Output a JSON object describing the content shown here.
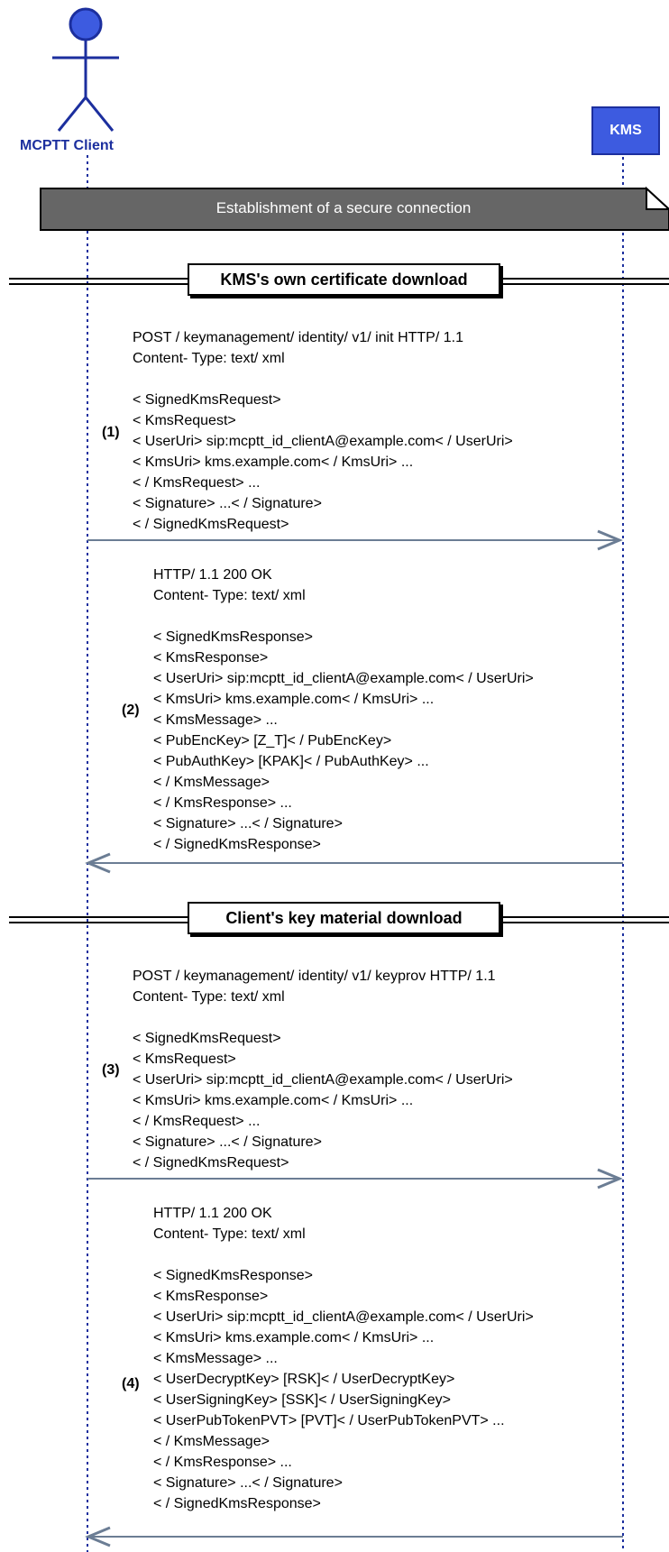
{
  "actors": {
    "client": {
      "label": "MCPTT Client"
    },
    "kms": {
      "label": "KMS"
    }
  },
  "note": {
    "text": "Establishment of a secure connection"
  },
  "sections": [
    {
      "title": "KMS's own certificate download"
    },
    {
      "title": "Client's key material download"
    }
  ],
  "messages": [
    {
      "step": "(1)",
      "direction": "client-to-kms",
      "lines": [
        "POST / keymanagement/ identity/ v1/ init HTTP/ 1.1",
        "Content- Type: text/ xml",
        "",
        "< SignedKmsRequest>",
        "< KmsRequest>",
        "< UserUri> sip:mcptt_id_clientA@example.com< / UserUri>",
        "< KmsUri> kms.example.com< / KmsUri> ...",
        "< / KmsRequest> ...",
        "< Signature> ...< / Signature>",
        "< / SignedKmsRequest>"
      ]
    },
    {
      "step": "(2)",
      "direction": "kms-to-client",
      "lines": [
        "HTTP/ 1.1 200 OK",
        "Content- Type: text/ xml",
        "",
        "< SignedKmsResponse>",
        "< KmsResponse>",
        "< UserUri> sip:mcptt_id_clientA@example.com< / UserUri>",
        "< KmsUri> kms.example.com< / KmsUri> ...",
        "< KmsMessage> ...",
        "< PubEncKey> [Z_T]< / PubEncKey>",
        "< PubAuthKey> [KPAK]< / PubAuthKey> ...",
        "< / KmsMessage>",
        "< / KmsResponse> ...",
        "< Signature> ...< / Signature>",
        "< / SignedKmsResponse>"
      ]
    },
    {
      "step": "(3)",
      "direction": "client-to-kms",
      "lines": [
        "POST / keymanagement/ identity/ v1/ keyprov HTTP/ 1.1",
        "Content- Type: text/ xml",
        "",
        "< SignedKmsRequest>",
        "< KmsRequest>",
        "< UserUri> sip:mcptt_id_clientA@example.com< / UserUri>",
        "< KmsUri> kms.example.com< / KmsUri> ...",
        "< / KmsRequest> ...",
        "< Signature> ...< / Signature>",
        "< / SignedKmsRequest>"
      ]
    },
    {
      "step": "(4)",
      "direction": "kms-to-client",
      "lines": [
        "HTTP/ 1.1 200 OK",
        "Content- Type: text/ xml",
        "",
        "< SignedKmsResponse>",
        "< KmsResponse>",
        "< UserUri> sip:mcptt_id_clientA@example.com< / UserUri>",
        "< KmsUri> kms.example.com< / KmsUri> ...",
        "< KmsMessage> ...",
        "< UserDecryptKey> [RSK]< / UserDecryptKey>",
        "< UserSigningKey> [SSK]< / UserSigningKey>",
        "< UserPubTokenPVT> [PVT]< / UserPubTokenPVT> ...",
        "< / KmsMessage>",
        "< / KmsResponse> ...",
        "< Signature> ...< / Signature>",
        "< / SignedKmsResponse>"
      ]
    }
  ],
  "colors": {
    "lifeline": "#1c2f9e",
    "actor_fill": "#3d5be0",
    "arrow": "#6b7d94",
    "note_fill": "#666666"
  }
}
